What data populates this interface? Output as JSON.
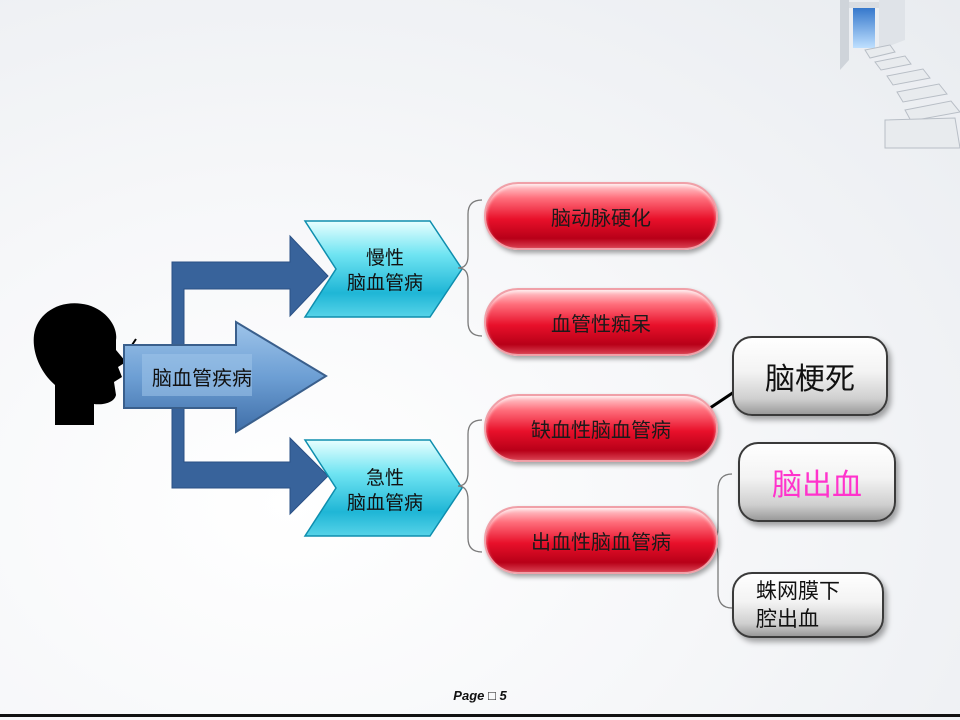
{
  "root": {
    "label": "脑血管疾病"
  },
  "categories": [
    {
      "label": "慢性\n脑血管病"
    },
    {
      "label": "急性\n脑血管病"
    }
  ],
  "chronic_children": [
    {
      "label": "脑动脉硬化"
    },
    {
      "label": "血管性痴呆"
    }
  ],
  "acute_children": [
    {
      "label": "缺血性脑血管病"
    },
    {
      "label": "出血性脑血管病"
    }
  ],
  "ischemic_result": {
    "label": "脑梗死"
  },
  "hemorrhagic_children": [
    {
      "label": "脑出血",
      "color": "#ff33cc"
    },
    {
      "label": "蛛网膜下\n腔出血"
    }
  ],
  "footer": {
    "text": "Page □ 5"
  }
}
